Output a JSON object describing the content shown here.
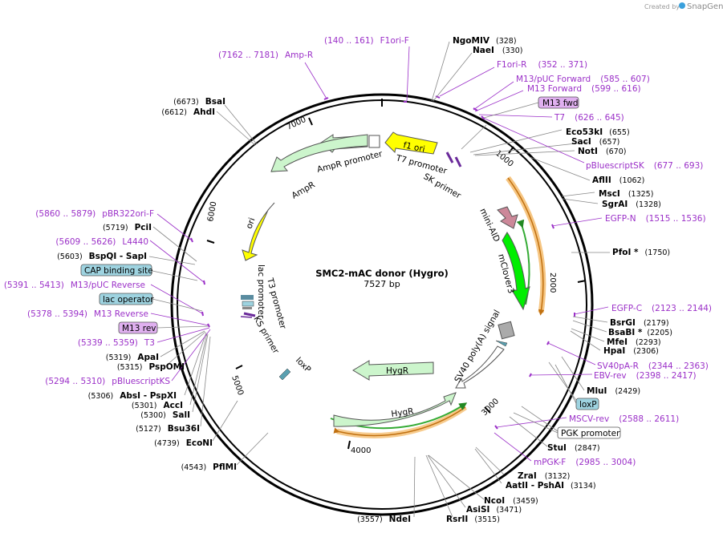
{
  "title": "SMC2-mAC donor (Hygro)",
  "length": "7527 bp",
  "credit": {
    "text": "Created by",
    "brand": "SnapGene"
  },
  "ticks": [
    "1000",
    "2000",
    "3000",
    "4000",
    "5000",
    "6000",
    "7000"
  ],
  "enzymes": [
    {
      "name": "NgoMIV",
      "pos": "(328)"
    },
    {
      "name": "NaeI",
      "pos": "(330)"
    },
    {
      "name": "Eco53kI",
      "pos": "(655)"
    },
    {
      "name": "SacI",
      "pos": "(657)"
    },
    {
      "name": "NotI",
      "pos": "(670)"
    },
    {
      "name": "AflII",
      "pos": "(1062)"
    },
    {
      "name": "MscI",
      "pos": "(1325)"
    },
    {
      "name": "SgrAI",
      "pos": "(1328)"
    },
    {
      "name": "PfoI *",
      "pos": "(1750)"
    },
    {
      "name": "BsrGI",
      "pos": "(2179)"
    },
    {
      "name": "BsaBI *",
      "pos": "(2205)"
    },
    {
      "name": "MfeI",
      "pos": "(2293)"
    },
    {
      "name": "HpaI",
      "pos": "(2306)"
    },
    {
      "name": "MluI",
      "pos": "(2429)"
    },
    {
      "name": "StuI",
      "pos": "(2847)"
    },
    {
      "name": "ZraI",
      "pos": "(3132)"
    },
    {
      "name": "AatII  - PshAI",
      "pos": "(3134)"
    },
    {
      "name": "NcoI",
      "pos": "(3459)"
    },
    {
      "name": "AsiSI",
      "pos": "(3471)"
    },
    {
      "name": "RsrII",
      "pos": "(3515)"
    },
    {
      "name": "NdeI",
      "pos": "(3557)"
    },
    {
      "name": "PflMI",
      "pos": "(4543)"
    },
    {
      "name": "EcoNI",
      "pos": "(4739)"
    },
    {
      "name": "Bsu36I",
      "pos": "(5127)"
    },
    {
      "name": "SalI",
      "pos": "(5300)"
    },
    {
      "name": "AccI",
      "pos": "(5301)"
    },
    {
      "name": "AbsI  - PspXI",
      "pos": "(5306)"
    },
    {
      "name": "PspOMI",
      "pos": "(5315)"
    },
    {
      "name": "ApaI",
      "pos": "(5319)"
    },
    {
      "name": "BspQI  - SapI",
      "pos": "(5603)"
    },
    {
      "name": "PciI",
      "pos": "(5719)"
    },
    {
      "name": "AhdI",
      "pos": "(6612)"
    },
    {
      "name": "BsaI",
      "pos": "(6673)"
    }
  ],
  "primers": [
    {
      "name": "F1ori-F",
      "range": "(140 .. 161)"
    },
    {
      "name": "Amp-R",
      "range": "(7162 .. 7181)"
    },
    {
      "name": "F1ori-R",
      "range": "(352 .. 371)"
    },
    {
      "name": "M13/pUC Forward",
      "range": "(585 .. 607)"
    },
    {
      "name": "M13 Forward",
      "range": "(599 .. 616)"
    },
    {
      "name": "T7",
      "range": "(626 .. 645)"
    },
    {
      "name": "pBluescriptSK",
      "range": "(677 .. 693)"
    },
    {
      "name": "EGFP-N",
      "range": "(1515 .. 1536)"
    },
    {
      "name": "EGFP-C",
      "range": "(2123 .. 2144)"
    },
    {
      "name": "SV40pA-R",
      "range": "(2344 .. 2363)"
    },
    {
      "name": "EBV-rev",
      "range": "(2398 .. 2417)"
    },
    {
      "name": "MSCV-rev",
      "range": "(2588 .. 2611)"
    },
    {
      "name": "mPGK-F",
      "range": "(2985 .. 3004)"
    },
    {
      "name": "pBR322ori-F",
      "range": "(5860 .. 5879)"
    },
    {
      "name": "L4440",
      "range": "(5609 .. 5626)"
    },
    {
      "name": "M13/pUC Reverse",
      "range": "(5391 .. 5413)"
    },
    {
      "name": "M13 Reverse",
      "range": "(5378 .. 5394)"
    },
    {
      "name": "T3",
      "range": "(5339 .. 5359)"
    },
    {
      "name": "pBluescriptKS",
      "range": "(5294 .. 5310)"
    }
  ],
  "boxed_features": [
    {
      "name": "M13 fwd",
      "color": "#e0b0f0"
    },
    {
      "name": "loxP",
      "color": "#9ed3e0"
    },
    {
      "name": "PGK promoter",
      "color": "#ffffff"
    },
    {
      "name": "CAP binding site",
      "color": "#9ed3e0"
    },
    {
      "name": "lac operator",
      "color": "#9ed3e0"
    },
    {
      "name": "M13 rev",
      "color": "#e0b0f0"
    }
  ],
  "inner_features": [
    "f1 ori",
    "T7 promoter",
    "SK primer",
    "AmpR promoter",
    "AmpR",
    "ori",
    "lac promoter",
    "T3 promoter",
    "KS primer",
    "loxP",
    "mini-AID",
    "mClover3",
    "SV40 poly(A) signal",
    "HygR",
    "HygR"
  ],
  "colors": {
    "backbone": "#000000",
    "primer": "#9b30c8",
    "f1_ori": "#ffff00",
    "ampr": "#ccf5cc",
    "mclover": "#00ee00",
    "mini_aid": "#cc8899",
    "orange_track": "#f0a030",
    "green_track": "#33aa33"
  }
}
